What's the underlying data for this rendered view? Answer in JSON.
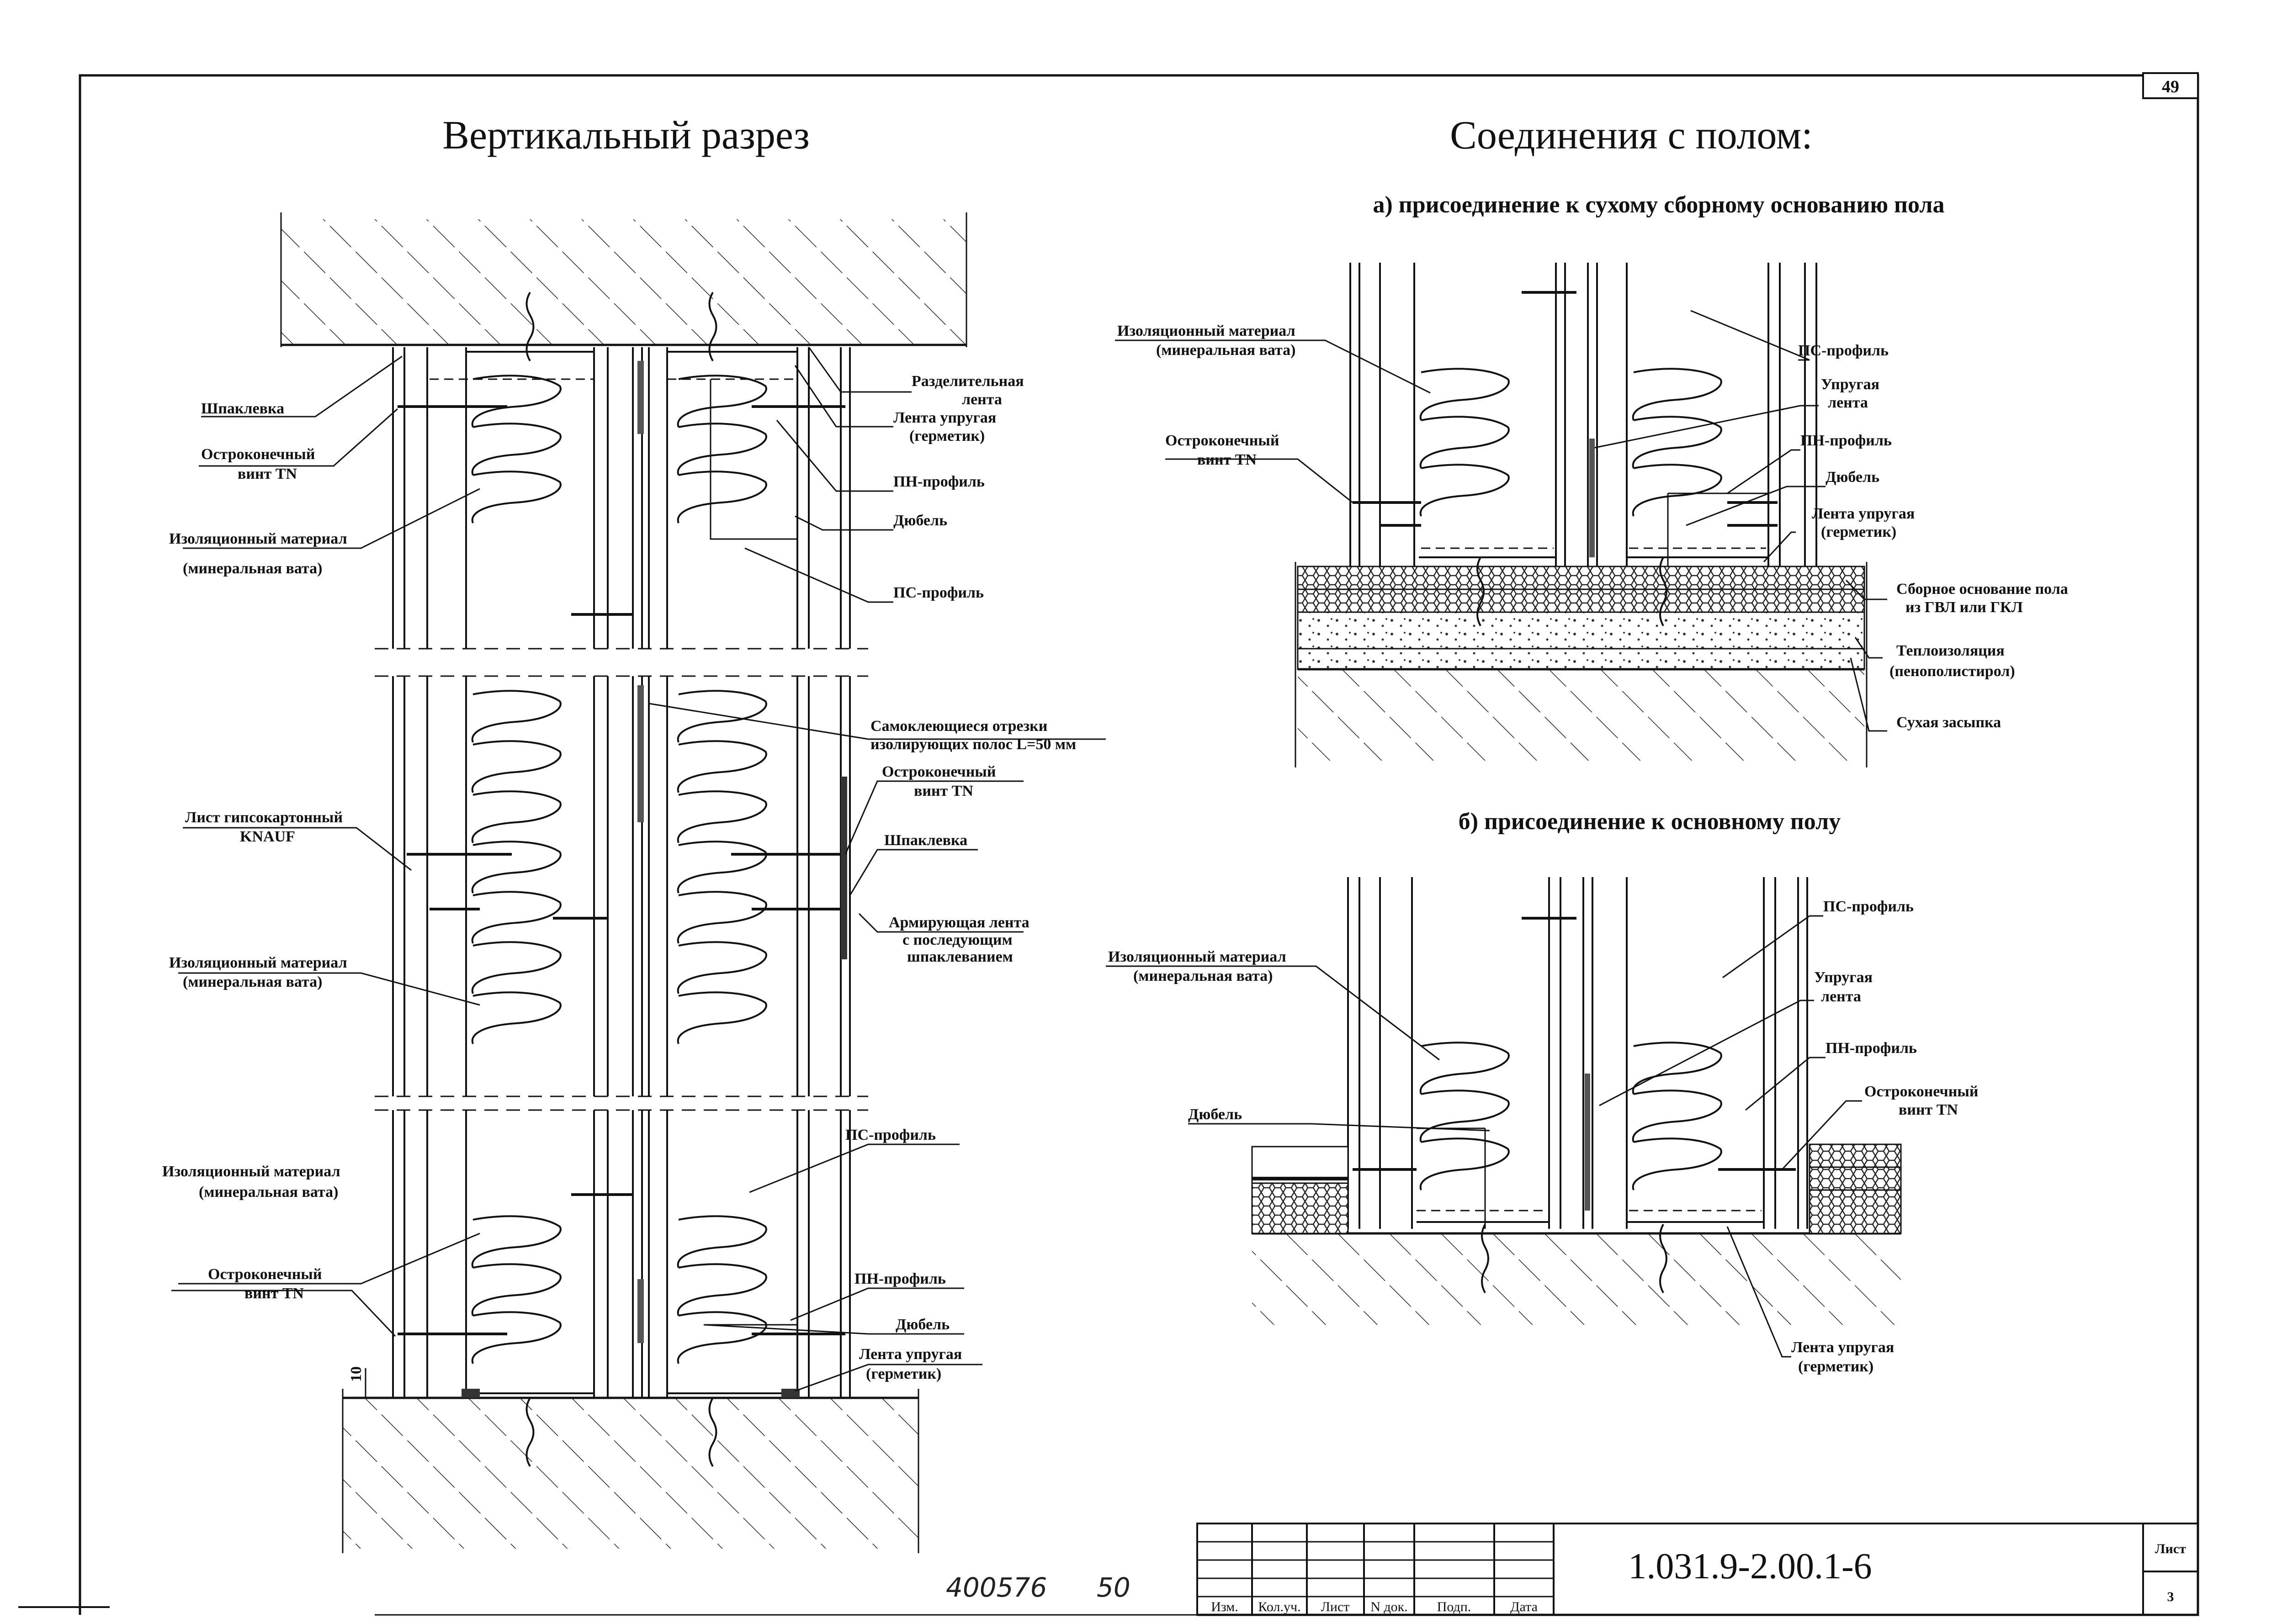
{
  "sheet": {
    "number": "49"
  },
  "left_view": {
    "title": "Вертикальный разрез",
    "labels": {
      "shpaklevka_top": "Шпаклевка",
      "vint_top_1": "Остроконечный",
      "vint_top_2": "винт TN",
      "izol_top_1": "Изоляционный материал",
      "izol_top_2": "(минеральная вата)",
      "razd_1": "Разделительная",
      "razd_2": "лента",
      "lenta_top_1": "Лента упругая",
      "lenta_top_2": "(герметик)",
      "pn_top": "ПН-профиль",
      "dubel_top": "Дюбель",
      "ps_top": "ПС-профиль",
      "samok_1": "Самоклеющиеся отрезки",
      "samok_2": "изолирующих полос L=50 мм",
      "list_1": "Лист гипсокартонный",
      "list_2": "KNAUF",
      "vint_mid_1": "Остроконечный",
      "vint_mid_2": "винт TN",
      "shpaklevka_mid": "Шпаклевка",
      "izol_mid_1": "Изоляционный материал",
      "izol_mid_2": "(минеральная вата)",
      "arm_1": "Армирующая лента",
      "arm_2": "с последующим",
      "arm_3": "шпаклеванием",
      "izol_bot_1": "Изоляционный материал",
      "izol_bot_2": "(минеральная вата)",
      "ps_bot": "ПС-профиль",
      "vint_bot_1": "Остроконечный",
      "vint_bot_2": "винт TN",
      "pn_bot": "ПН-профиль",
      "dubel_bot": "Дюбель",
      "lenta_bot_1": "Лента упругая",
      "lenta_bot_2": "(герметик)",
      "dim_10": "10"
    }
  },
  "right_view": {
    "title": "Соединения с полом:",
    "sub_a": "а)  присоединение к сухому сборному основанию пола",
    "sub_b": "б)  присоединение к основному полу",
    "labels_a": {
      "izol_1": "Изоляционный материал",
      "izol_2": "(минеральная вата)",
      "vint_1": "Остроконечный",
      "vint_2": "винт TN",
      "ps": "ПС-профиль",
      "upr_1": "Упругая",
      "upr_2": "лента",
      "pn": "ПН-профиль",
      "dubel": "Дюбель",
      "lenta_1": "Лента упругая",
      "lenta_2": "(герметик)",
      "sborn_1": "Сборное основание пола",
      "sborn_2": "из ГВЛ или ГКЛ",
      "teplo_1": "Теплоизоляция",
      "teplo_2": "(пенополистирол)",
      "suh": "Сухая засыпка"
    },
    "labels_b": {
      "ps": "ПС-профиль",
      "izol_1": "Изоляционный материал",
      "izol_2": "(минеральная вата)",
      "upr_1": "Упругая",
      "upr_2": "лента",
      "pn": "ПН-профиль",
      "vint_1": "Остроконечный",
      "vint_2": "винт TN",
      "dubel": "Дюбель",
      "lenta_1": "Лента упругая",
      "lenta_2": "(герметик)"
    }
  },
  "title_block": {
    "code": "1.031.9-2.00.1-6",
    "cols": [
      "Изм.",
      "Кол.уч.",
      "Лист",
      "N док.",
      "Подп.",
      "Дата"
    ],
    "sheet_label": "Лист",
    "sheet_value": "3"
  },
  "handwritten": {
    "code": "400576",
    "num": "50"
  }
}
